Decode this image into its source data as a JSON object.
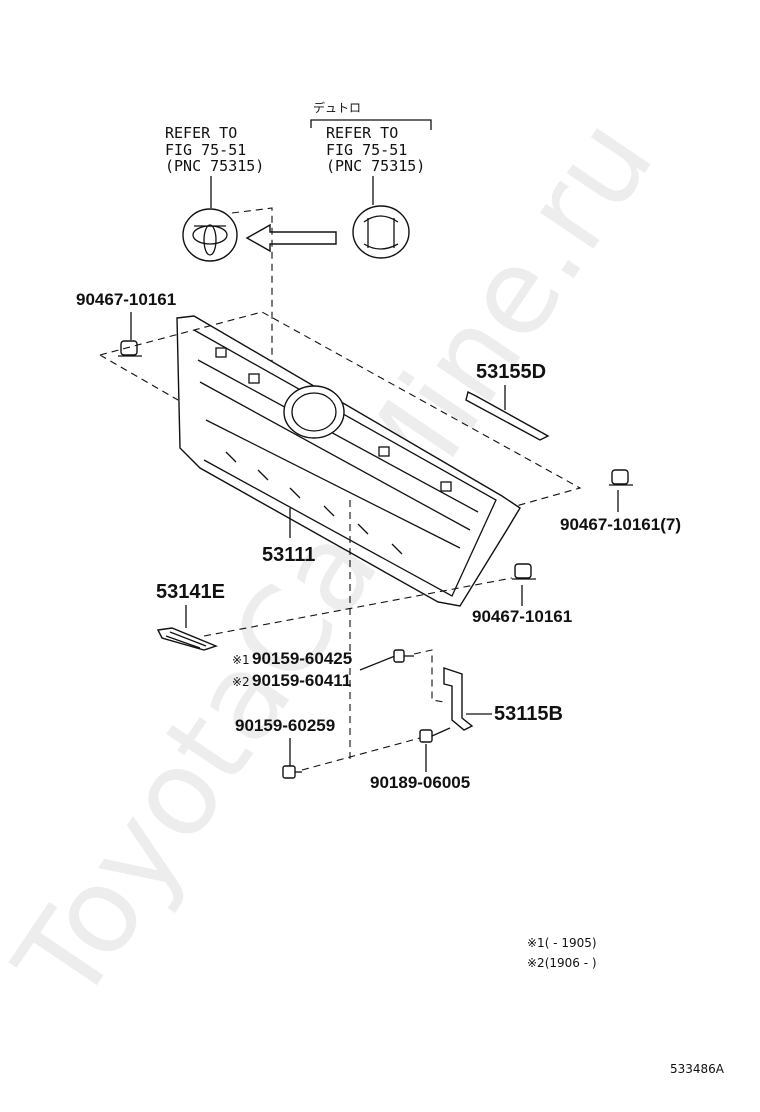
{
  "header": {
    "model_label": "デュトロ"
  },
  "references": [
    {
      "line1": "REFER TO",
      "line2": "FIG 75-51",
      "line3": "(PNC 75315)"
    },
    {
      "line1": "REFER TO",
      "line2": "FIG 75-51",
      "line3": "(PNC 75315)"
    }
  ],
  "parts": {
    "clip_top_left": "90467-10161",
    "moulding": "53155D",
    "clip_right": "90467-10161(7)",
    "grille": "53111",
    "clip_bottom_right": "90467-10161",
    "emblem_lower": "53141E",
    "screw_1": "90159-60425",
    "screw_2": "90159-60411",
    "screw_3": "90159-60259",
    "bracket": "53115B",
    "bolt": "90189-06005"
  },
  "marks": {
    "m1": "※1",
    "m2": "※2",
    "ref_m1": "※1",
    "ref_m2": "※2"
  },
  "notes": {
    "n1": "※1(      - 1905)",
    "n2": "※2(1906 -        )"
  },
  "footer": {
    "diagram_id": "533486A"
  },
  "watermark": {
    "text": "ToyotaCarMine.ru"
  }
}
